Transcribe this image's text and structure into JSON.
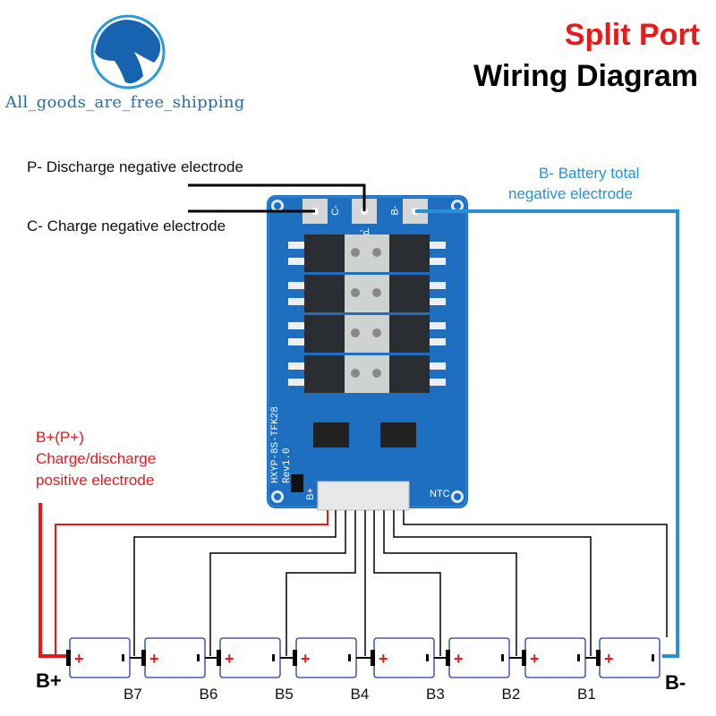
{
  "logo": {
    "text": "All_goods_are_free_shipping"
  },
  "title": {
    "line1": "Split Port",
    "line2": "Wiring Diagram"
  },
  "labels": {
    "p_minus": "P- Discharge negative electrode",
    "c_minus": "C- Charge negative electrode",
    "b_minus_line1": "B- Battery total",
    "b_minus_line2": "negative electrode",
    "b_plus_line1": "B+(P+)",
    "b_plus_line2": "Charge/discharge",
    "b_plus_line3": "positive electrode"
  },
  "board": {
    "model": "HXYP-8S-TFK28",
    "rev": "Rev1.0",
    "pads": [
      "C-",
      "P-",
      "B-"
    ],
    "ntc": "NTC",
    "bplus": "B+"
  },
  "terminals": {
    "plus": "B+",
    "minus": "B-"
  },
  "battery_taps": [
    "B7",
    "B6",
    "B5",
    "B4",
    "B3",
    "B2",
    "B1"
  ],
  "battery_count": 8,
  "battery_symbol": "+",
  "colors": {
    "positive_wire": "#e61a1a",
    "negative_wire": "#2b8fd6",
    "board": "#1f6fc0",
    "title_red": "#e61a1a"
  }
}
